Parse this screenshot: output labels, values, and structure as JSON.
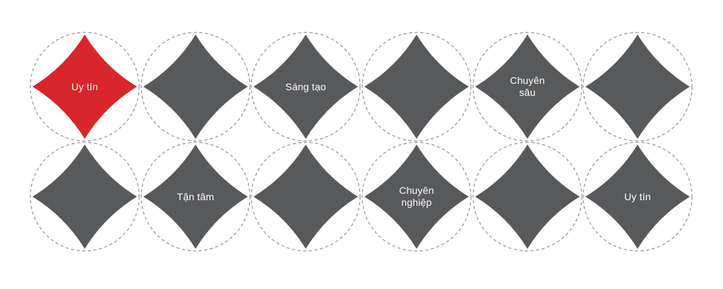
{
  "colors": {
    "accent": "#d9252c",
    "star": "#58595b",
    "ring": "#9a9a9a",
    "text": "#ffffff"
  },
  "grid": {
    "rows": [
      [
        {
          "label": "Uy tín",
          "highlighted": true
        },
        {
          "label": "",
          "highlighted": false
        },
        {
          "label": "Sáng tạo",
          "highlighted": false
        },
        {
          "label": "",
          "highlighted": false
        },
        {
          "label": "Chuyên\nsâu",
          "highlighted": false
        },
        {
          "label": "",
          "highlighted": false
        }
      ],
      [
        {
          "label": "",
          "highlighted": false
        },
        {
          "label": "Tận tâm",
          "highlighted": false
        },
        {
          "label": "",
          "highlighted": false
        },
        {
          "label": "Chuyên\nnghiệp",
          "highlighted": false
        },
        {
          "label": "",
          "highlighted": false
        },
        {
          "label": "Uy tín",
          "highlighted": false
        }
      ]
    ]
  }
}
